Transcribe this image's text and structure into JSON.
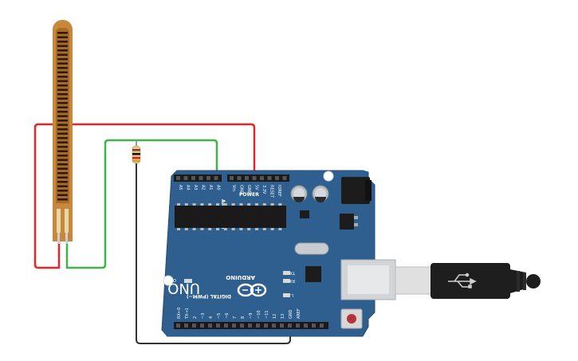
{
  "board": {
    "brand": "ARDUINO",
    "model": "UNO",
    "power_header": "POWER",
    "analog_header": "ANALOG IN",
    "digital_header": "DIGITAL (PWM~)",
    "led_on": "ON",
    "led_tx": "TX",
    "led_rx": "RX",
    "led_l": "L",
    "power_pins": [
      "IOREF",
      "RESET",
      "3.3V",
      "5V",
      "GND",
      "GND",
      "Vin"
    ],
    "analog_pins": [
      "A0",
      "A1",
      "A2",
      "A3",
      "A4",
      "A5"
    ],
    "digital_pins": [
      "AREF",
      "GND",
      "13",
      "12",
      "~11",
      "~10",
      "~9",
      "8",
      "7",
      "~6",
      "~5",
      "4",
      "~3",
      "2",
      "TX→1",
      "RX←0"
    ]
  },
  "colors": {
    "board": "#2f5f8f",
    "wire_red": "#e8232a",
    "wire_green": "#3cb44b",
    "wire_black": "#333333",
    "flex_sensor": "#c8883b",
    "usb_cable": "#222222"
  },
  "components": {
    "flex_sensor_icon": "flex-sensor-icon",
    "resistor_icon": "resistor-icon",
    "usb_cable_icon": "usb-cable-icon"
  }
}
